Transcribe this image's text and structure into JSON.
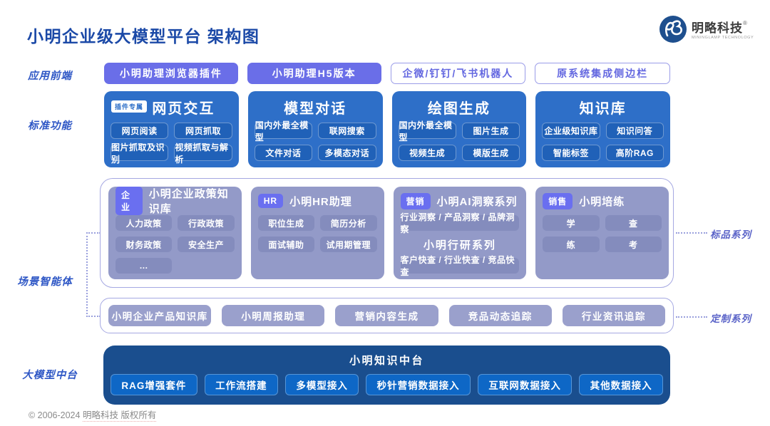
{
  "header": {
    "title": "小明企业级大模型平台 架构图",
    "logo": {
      "brand": "明略科技",
      "registered": "®",
      "subtitle": "MININGLAMP TECHNOLOGY"
    }
  },
  "labels": {
    "left": [
      "应用前端",
      "标准功能",
      "场景智能体",
      "大模型中台"
    ],
    "right": [
      "标品系列",
      "定制系列"
    ]
  },
  "frontend": {
    "plugin": "小明助理浏览器插件",
    "h5": "小明助理H5版本",
    "bots": "企微/钉钉/飞书机器人",
    "sidebar": "原系统集成侧边栏"
  },
  "standard": {
    "web": {
      "tag": "插件专属",
      "title": "网页交互",
      "items": [
        "网页阅读",
        "网页抓取",
        "图片抓取及识别",
        "视频抓取与解析"
      ]
    },
    "chat": {
      "title": "模型对话",
      "items": [
        "国内外最全模型",
        "联网搜索",
        "文件对话",
        "多模态对话"
      ]
    },
    "draw": {
      "title": "绘图生成",
      "items": [
        "国内外最全模型",
        "图片生成",
        "视频生成",
        "模版生成"
      ]
    },
    "kb": {
      "title": "知识库",
      "items": [
        "企业级知识库",
        "知识问答",
        "智能标签",
        "高阶RAG"
      ]
    }
  },
  "agents": {
    "policy": {
      "tag": "企业",
      "title": "小明企业政策知识库",
      "items": [
        "人力政策",
        "行政政策",
        "财务政策",
        "安全生产",
        "..."
      ]
    },
    "hr": {
      "tag": "HR",
      "title": "小明HR助理",
      "items": [
        "职位生成",
        "简历分析",
        "面试辅助",
        "试用期管理"
      ]
    },
    "insight": {
      "tag": "营销",
      "title": "小明AI洞察系列",
      "bar1": "行业洞察 / 产品洞察 / 品牌洞察",
      "mid": "小明行研系列",
      "bar2": "客户快查 / 行业快查 / 竞品快查"
    },
    "training": {
      "tag": "销售",
      "title": "小明培练",
      "items": [
        "学",
        "查",
        "练",
        "考"
      ]
    }
  },
  "custom": {
    "items": [
      "小明企业产品知识库",
      "小明周报助理",
      "营销内容生成",
      "竞品动态追踪",
      "行业资讯追踪"
    ]
  },
  "platform": {
    "title": "小明知识中台",
    "items": [
      "RAG增强套件",
      "工作流搭建",
      "多模型接入",
      "秒针营销数据接入",
      "互联网数据接入",
      "其他数据接入"
    ]
  },
  "footer": {
    "prefix": "© 2006-2024 ",
    "underlined": "明略科技 版权所有"
  },
  "colors": {
    "accent_blue": "#2e6fc8",
    "accent_navy": "#1a4e8e",
    "accent_purple": "#6a6ee8",
    "muted_periwinkle": "#939ac8",
    "title_blue": "#1b49a7",
    "bright_pill_blue": "#0e67c6"
  }
}
